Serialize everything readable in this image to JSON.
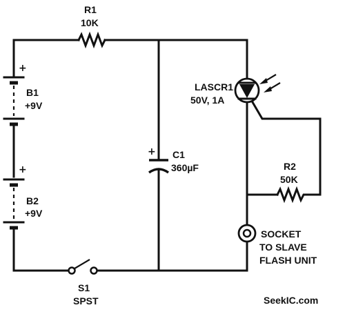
{
  "components": {
    "r1": {
      "name": "R1",
      "value": "10K"
    },
    "b1": {
      "name": "B1",
      "value": "+9V",
      "polarity": "+"
    },
    "b2": {
      "name": "B2",
      "value": "+9V",
      "polarity": "+"
    },
    "c1": {
      "name": "C1",
      "value": "360µF",
      "polarity": "+"
    },
    "lascr1": {
      "name": "LASCR1",
      "value": "50V, 1A"
    },
    "r2": {
      "name": "R2",
      "value": "50K"
    },
    "s1": {
      "name": "S1",
      "value": "SPST"
    },
    "socket": {
      "line1": "SOCKET",
      "line2": "TO SLAVE",
      "line3": "FLASH UNIT"
    }
  },
  "watermark": "SeekIC.com"
}
